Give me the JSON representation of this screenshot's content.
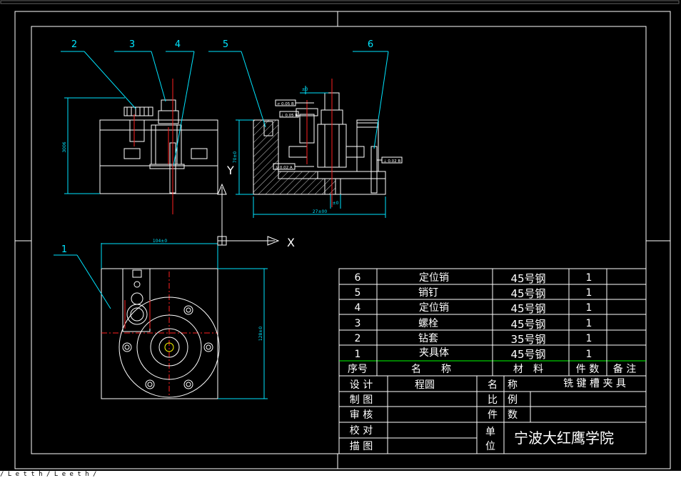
{
  "balloons": [
    "1",
    "2",
    "3",
    "4",
    "5",
    "6"
  ],
  "axes": {
    "y": "Y",
    "x": "X"
  },
  "dims": {
    "front_height": "3006",
    "side_height": "70±0",
    "side_width": "27±00",
    "top_width": "104±0",
    "top_height": "128±0",
    "small_a": "±0",
    "small_b": "±0"
  },
  "gdt": [
    "⌭ 0.05 B",
    "⊥ 0.05 B",
    "// 0.02 A",
    "⊥ 0.02 B"
  ],
  "parts_list": {
    "rows": [
      {
        "no": "6",
        "name": "定位销",
        "material": "45号钢",
        "qty": "1",
        "note": ""
      },
      {
        "no": "5",
        "name": "销钉",
        "material": "45号钢",
        "qty": "1",
        "note": ""
      },
      {
        "no": "4",
        "name": "定位销",
        "material": "45号钢",
        "qty": "1",
        "note": ""
      },
      {
        "no": "3",
        "name": "螺栓",
        "material": "45号钢",
        "qty": "1",
        "note": ""
      },
      {
        "no": "2",
        "name": "钻套",
        "material": "35号钢",
        "qty": "1",
        "note": ""
      },
      {
        "no": "1",
        "name": "夹具体",
        "material": "45号钢",
        "qty": "1",
        "note": ""
      }
    ],
    "header": {
      "no": "序号",
      "name": "名　　称",
      "material": "材　料",
      "qty": "件 数",
      "note": "备 注"
    }
  },
  "title_block": {
    "design_label": "设 计",
    "design_value": "程圆",
    "draw_label": "制 图",
    "review_label": "审 核",
    "proof_label": "校 对",
    "trace_label": "描 图",
    "name_label": "名　称",
    "name_value": "铣 键 槽 夹 具",
    "scale_label": "比　例",
    "count_label": "件　数",
    "unit_label_1": "单",
    "unit_label_2": "位",
    "unit_value": "宁波大红鹰学院"
  },
  "command_line": "/ L e t t h / L e e t h /"
}
